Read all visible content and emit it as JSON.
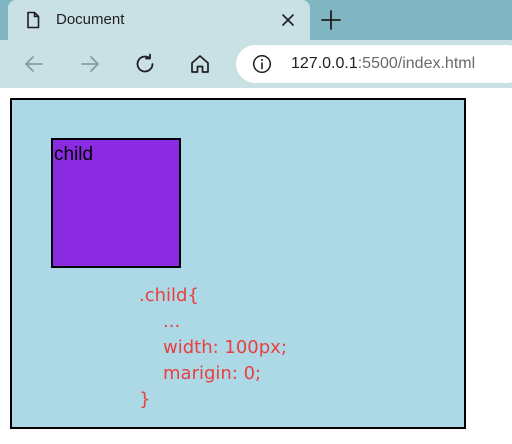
{
  "tab": {
    "title": "Document"
  },
  "address_bar": {
    "url_host": "127.0.0.1",
    "url_rest": ":5500/index.html"
  },
  "page": {
    "child_label": "child",
    "css_note": {
      "selector_line": ".child{",
      "ellipsis_line": "...",
      "width_line": "width: 100px;",
      "margin_line": "marigin: 0;",
      "close_line": "}"
    }
  },
  "colors": {
    "tabstrip": "#7fb6c2",
    "toolbar": "#c9e0e5",
    "parent_bg": "#add8e6",
    "child_bg": "#8a2be2",
    "note_text": "#e84040"
  },
  "icons": [
    "document-icon",
    "close-icon",
    "plus-icon",
    "back-arrow-icon",
    "forward-arrow-icon",
    "reload-icon",
    "home-icon",
    "info-icon"
  ]
}
